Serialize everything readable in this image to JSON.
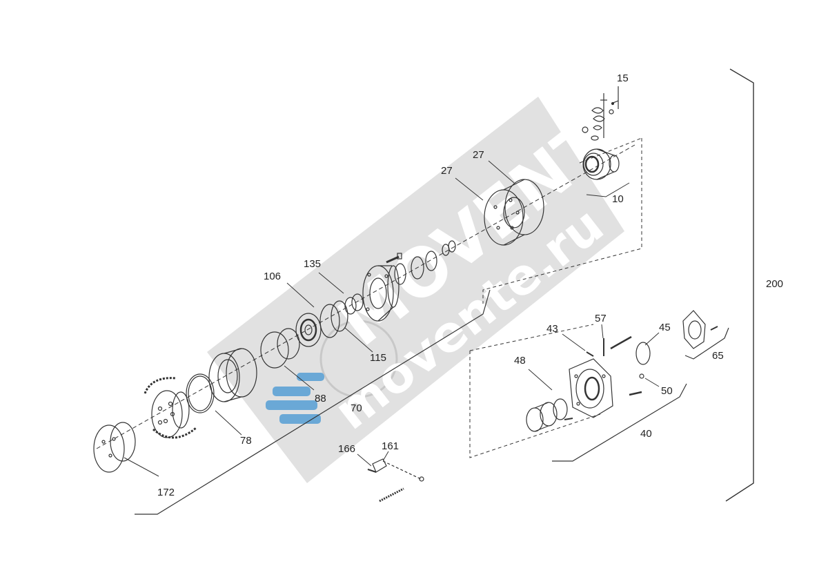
{
  "watermark": {
    "brand": "MOVENTE",
    "site": "movente.ru",
    "color": "#d9d9d9"
  },
  "callouts": {
    "p15": "15",
    "p27a": "27",
    "p27b": "27",
    "p10": "10",
    "p200": "200",
    "p135": "135",
    "p106": "106",
    "p115": "115",
    "p88": "88",
    "p70": "70",
    "p78": "78",
    "p172": "172",
    "p43": "43",
    "p57": "57",
    "p45": "45",
    "p65": "65",
    "p48": "48",
    "p50": "50",
    "p40": "40",
    "p166": "166",
    "p161": "161"
  },
  "colors": {
    "line": "#333333",
    "part": "#2a2a2a"
  }
}
